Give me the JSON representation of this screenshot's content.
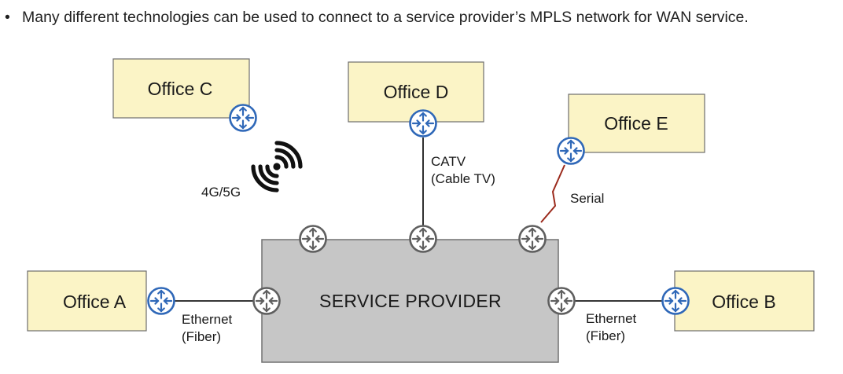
{
  "bullet": {
    "marker": "•",
    "text": "Many different technologies can be used to connect to a service provider’s MPLS network for WAN service."
  },
  "service_provider": {
    "label": "SERVICE PROVIDER"
  },
  "offices": {
    "a": "Office A",
    "b": "Office B",
    "c": "Office C",
    "d": "Office D",
    "e": "Office E"
  },
  "links": {
    "a_line1": "Ethernet",
    "a_line2": "(Fiber)",
    "b_line1": "Ethernet",
    "b_line2": "(Fiber)",
    "d_line1": "CATV",
    "d_line2": "(Cable TV)",
    "e_label": "Serial",
    "c_label": "4G/5G"
  },
  "colors": {
    "office_fill": "#fbf4c6",
    "office_border": "#6d6d6d",
    "provider_fill": "#c6c6c6",
    "provider_border": "#707070",
    "customer_router": "#2f68b8",
    "provider_router": "#5f5f5f",
    "serial_link": "#9b2a1c",
    "wireless_icon": "#111111"
  },
  "icons": {
    "router": "router-icon",
    "wireless": "wireless-signal-icon"
  }
}
